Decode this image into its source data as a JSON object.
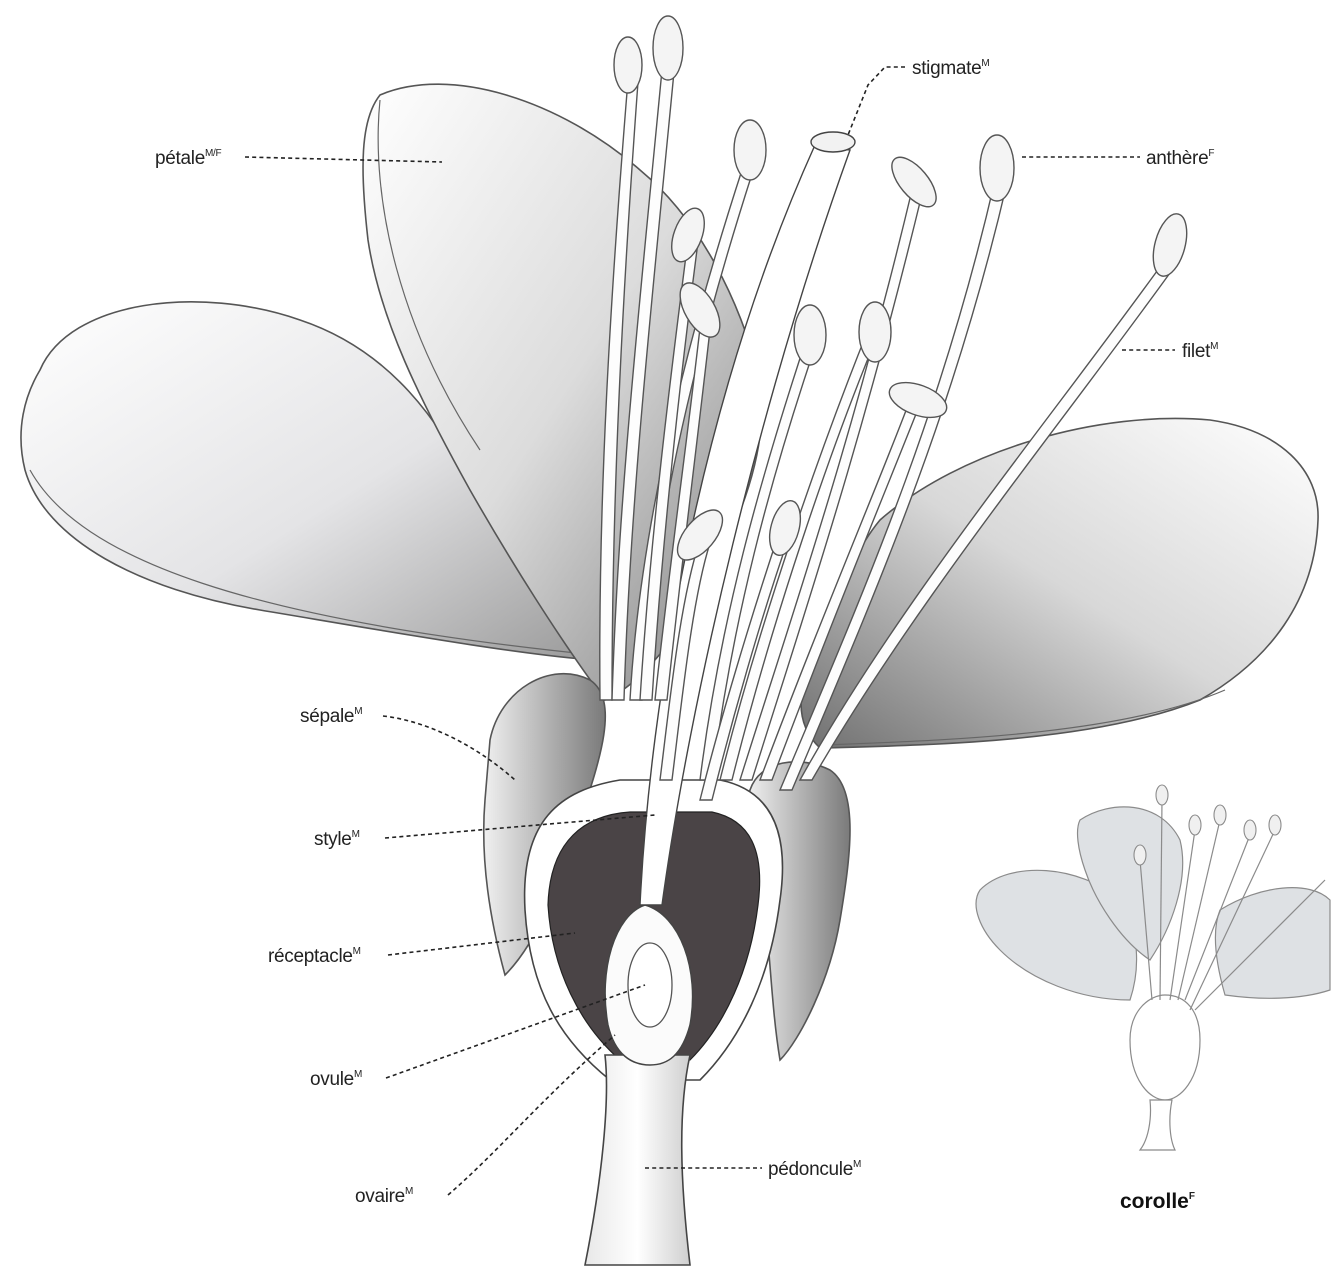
{
  "labels": {
    "petale": {
      "text": "pétale",
      "sup": "M/F"
    },
    "stigmate": {
      "text": "stigmate",
      "sup": "M"
    },
    "anthere": {
      "text": "anthère",
      "sup": "F"
    },
    "filet": {
      "text": "filet",
      "sup": "M"
    },
    "sepale": {
      "text": "sépale",
      "sup": "M"
    },
    "style": {
      "text": "style",
      "sup": "M"
    },
    "receptacle": {
      "text": "réceptacle",
      "sup": "M"
    },
    "ovule": {
      "text": "ovule",
      "sup": "M"
    },
    "ovaire": {
      "text": "ovaire",
      "sup": "M"
    },
    "pedoncule": {
      "text": "pédoncule",
      "sup": "M"
    }
  },
  "inset": {
    "caption": "corolle",
    "sup": "F"
  }
}
